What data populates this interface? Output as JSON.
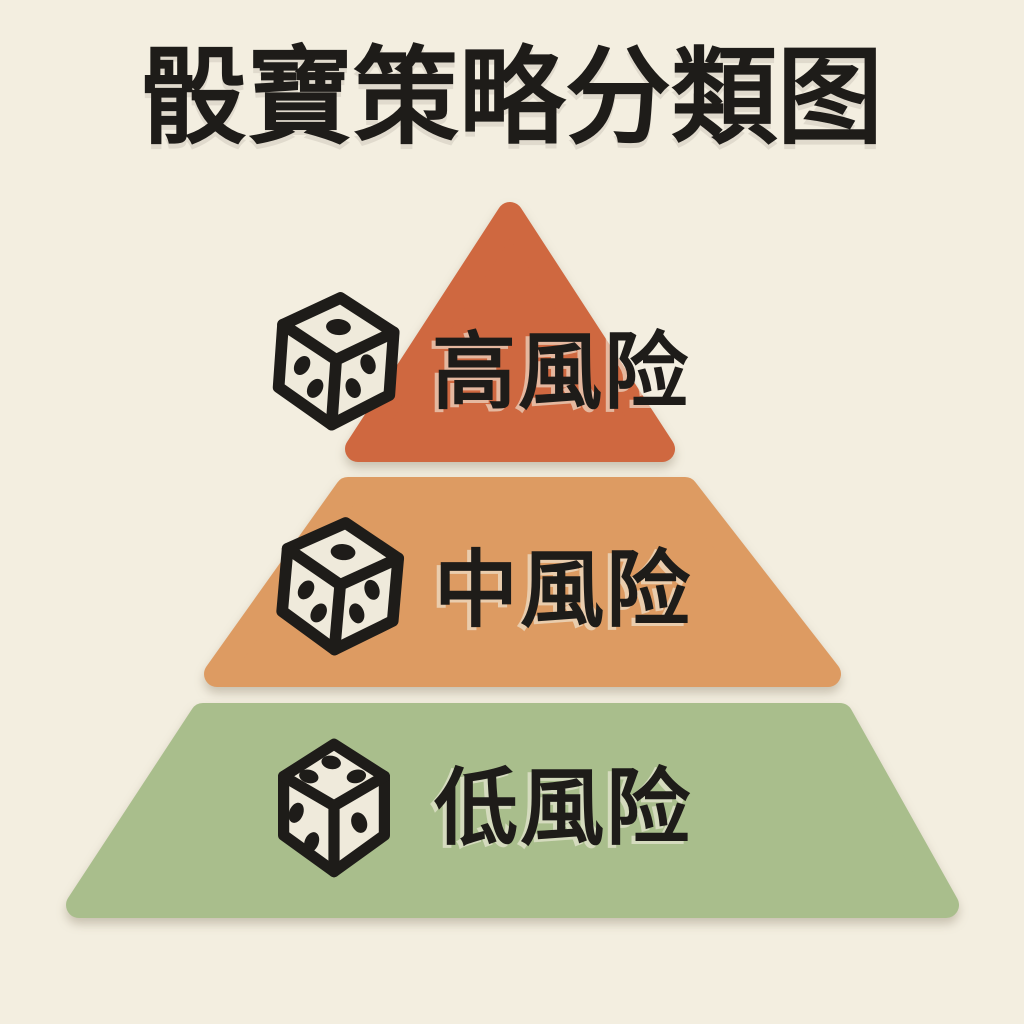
{
  "title": "骰寶策略分類图",
  "pyramid": {
    "levels": [
      {
        "id": "high-risk",
        "label": "高風险",
        "color": "#CF6840",
        "icon": "dice-icon",
        "dice_pips": {
          "top_face": 1,
          "left_face": 2,
          "right_face": 2
        }
      },
      {
        "id": "medium-risk",
        "label": "中風险",
        "color": "#DD9B62",
        "icon": "dice-icon",
        "dice_pips": {
          "top_face": 1,
          "left_face": 2,
          "right_face": 2
        }
      },
      {
        "id": "low-risk",
        "label": "低風险",
        "color": "#A9BE8C",
        "icon": "dice-icon",
        "dice_pips": {
          "top_face": 3,
          "left_face": 2,
          "right_face": 1
        }
      }
    ]
  },
  "colors": {
    "background": "#F3EEE0",
    "high_risk": "#CF6840",
    "medium_risk": "#DD9B62",
    "low_risk": "#A9BE8C",
    "text": "#1E1C19",
    "dice_face": "#EFEADB",
    "dice_outline": "#1E1C19"
  }
}
